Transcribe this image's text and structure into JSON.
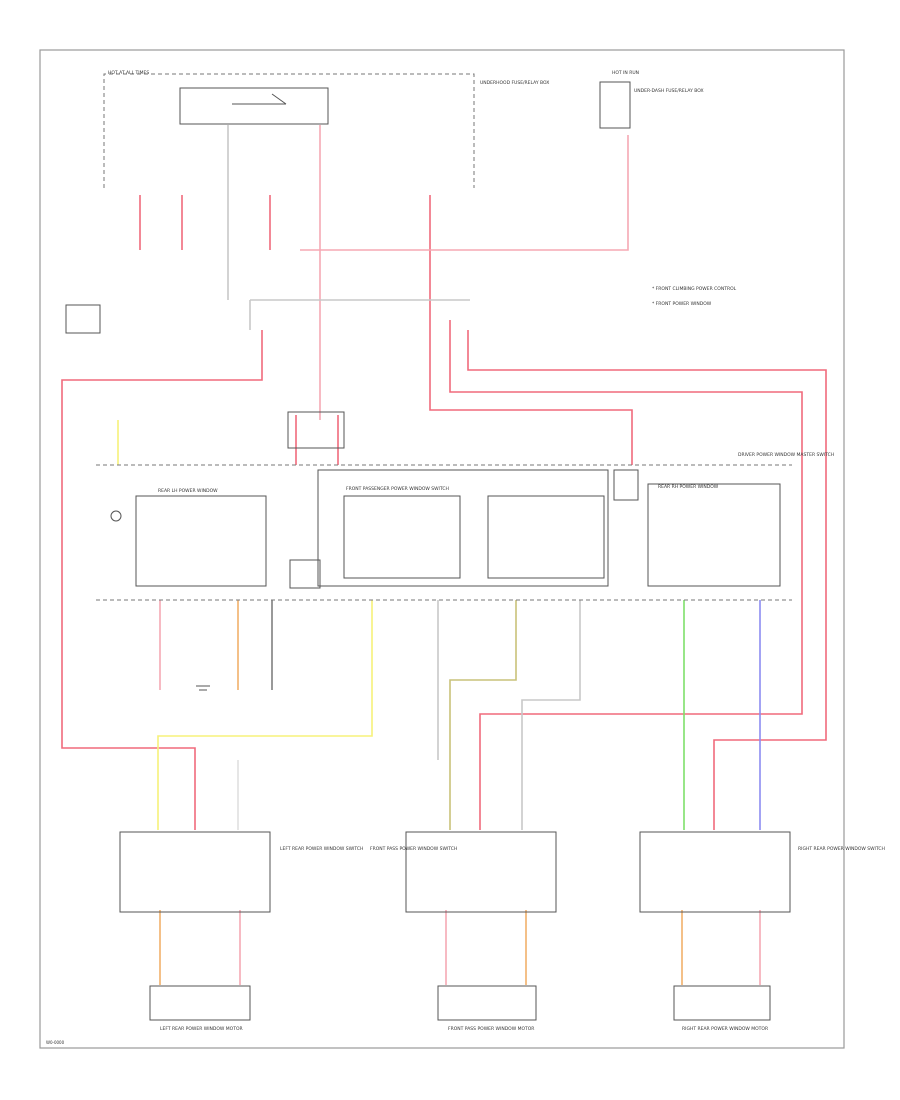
{
  "colors": {
    "red": "#f06a7c",
    "pink": "#f5a8b4",
    "yellow": "#f7f27a",
    "green": "#7fe06a",
    "blue": "#8c8cf2",
    "orange": "#f2b06a",
    "olive": "#c9c27a",
    "gray": "#c8c8c8",
    "dark": "#555555"
  },
  "labels": {
    "hot_at_all_times": "HOT AT ALL TIMES",
    "underhood_fuse_box": "UNDERHOOD FUSE/RELAY BOX",
    "hot_in_run": "HOT IN RUN",
    "under_dash_fuse_box": "UNDER-DASH FUSE/RELAY BOX",
    "legend_1": "* FRONT CLIMBING POWER CONTROL",
    "legend_2": "* FRONT POWER WINDOW",
    "driver_pw_master": "DRIVER POWER WINDOW MASTER SWITCH",
    "rear_lh_pw": "REAR LH POWER WINDOW",
    "front_pass": "FRONT PASSENGER POWER WINDOW SWITCH",
    "rear_rh_pw": "REAR RH POWER WINDOW",
    "left_rear_switch": "LEFT REAR POWER WINDOW SWITCH",
    "front_pass_switch": "FRONT PASS POWER WINDOW SWITCH",
    "right_rear_switch": "RIGHT REAR POWER WINDOW SWITCH",
    "left_motor": "LEFT REAR POWER WINDOW MOTOR",
    "front_motor": "FRONT PASS POWER WINDOW MOTOR",
    "right_motor": "RIGHT REAR POWER WINDOW MOTOR",
    "page_ref": "W0-0000"
  }
}
